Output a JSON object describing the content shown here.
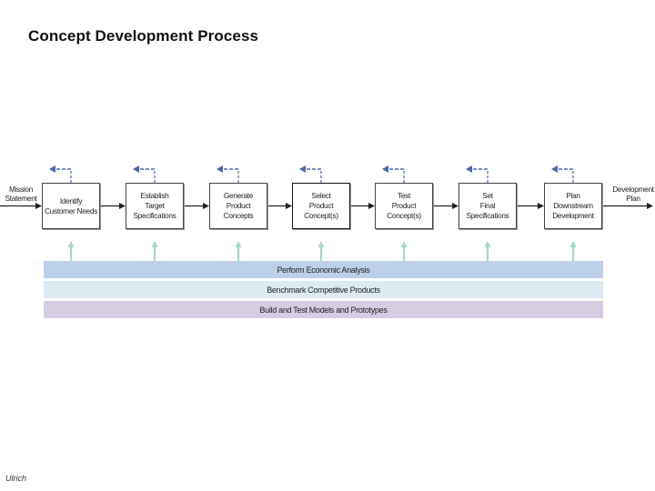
{
  "title": "Concept Development Process",
  "start": "Mission\nStatement",
  "end": "Development\nPlan",
  "steps": [
    {
      "label": "Identify\nCustomer Needs",
      "selected": false
    },
    {
      "label": "Establish\nTarget\nSpecifications",
      "selected": false
    },
    {
      "label": "Generate\nProduct\nConcepts",
      "selected": false
    },
    {
      "label": "Select\nProduct\nConcept(s)",
      "selected": true
    },
    {
      "label": "Test\nProduct\nConcept(s)",
      "selected": false
    },
    {
      "label": "Set\nFinal\nSpecifications",
      "selected": false
    },
    {
      "label": "Plan\nDownstream\nDevelopment",
      "selected": false
    }
  ],
  "bars": [
    {
      "label": "Perform Economic Analysis",
      "color": "#bcd0ea"
    },
    {
      "label": "Benchmark Competitive Products",
      "color": "#dcebf1"
    },
    {
      "label": "Build and Test Models and Prototypes",
      "color": "#d6cde3"
    }
  ],
  "colors": {
    "feedback_arrow": "#4a68a8",
    "support_arrow": "#a8d9c4",
    "flow_arrow": "#222222"
  },
  "footer": "Ulrich"
}
